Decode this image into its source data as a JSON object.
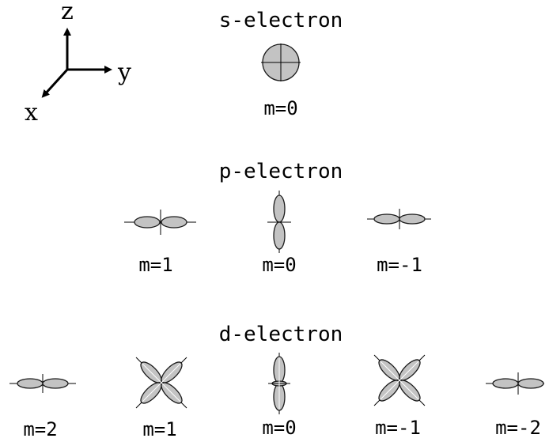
{
  "axes": {
    "z_label": "z",
    "y_label": "y",
    "x_label": "x"
  },
  "sections": {
    "s": {
      "title": "s-electron",
      "orbitals": [
        {
          "m_label": "m=0",
          "shape": "sphere"
        }
      ]
    },
    "p": {
      "title": "p-electron",
      "orbitals": [
        {
          "m_label": "m=1",
          "shape": "horizontal-lobes"
        },
        {
          "m_label": "m=0",
          "shape": "vertical-lobes"
        },
        {
          "m_label": "m=-1",
          "shape": "horizontal-lobes"
        }
      ]
    },
    "d": {
      "title": "d-electron",
      "orbitals": [
        {
          "m_label": "m=2",
          "shape": "horizontal-lobes"
        },
        {
          "m_label": "m=1",
          "shape": "diagonal-cross"
        },
        {
          "m_label": "m=0",
          "shape": "vertical-lobes-with-ring"
        },
        {
          "m_label": "m=-1",
          "shape": "diagonal-cross"
        },
        {
          "m_label": "m=-2",
          "shape": "horizontal-lobes"
        }
      ]
    }
  },
  "colors": {
    "lobe_fill": "#c3c3c3",
    "lobe_stroke": "#1a1a1a",
    "line": "#000000"
  }
}
